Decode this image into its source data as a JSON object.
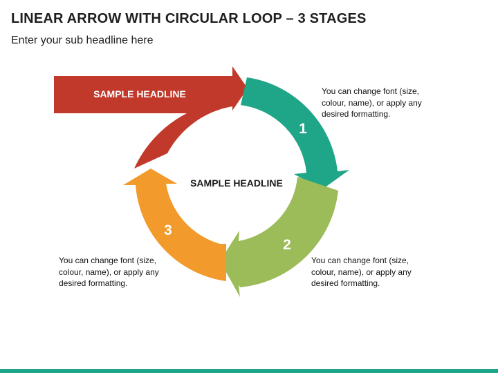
{
  "slide": {
    "title": "LINEAR ARROW WITH CIRCULAR LOOP – 3 STAGES",
    "subtitle": "Enter your sub headline here"
  },
  "diagram": {
    "arrow_headline": "SAMPLE HEADLINE",
    "center_headline": "SAMPLE HEADLINE",
    "stages": [
      {
        "number": "1",
        "color": "#1fa587",
        "note": "You can change font (size,\ncolour, name), or apply any\ndesired formatting."
      },
      {
        "number": "2",
        "color": "#9bbc59",
        "note": "You can change font (size,\ncolour, name), or apply any\ndesired formatting."
      },
      {
        "number": "3",
        "color": "#f29a2b",
        "note": "You can change font (size,\ncolour, name), or apply any\ndesired formatting."
      }
    ],
    "arrow_color": "#c0392b"
  },
  "colors": {
    "footer": "#1fa587"
  }
}
